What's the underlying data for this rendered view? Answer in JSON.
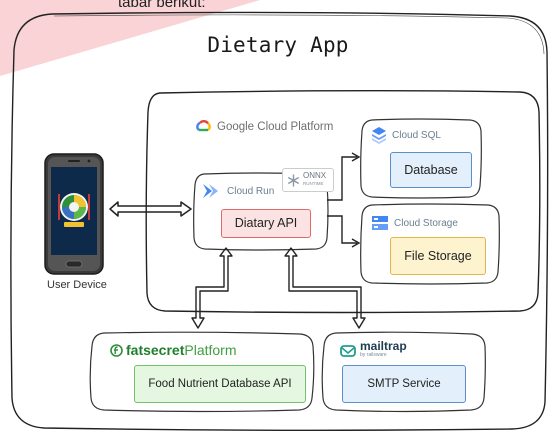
{
  "page": {
    "top_fragment": "tabar berikut:",
    "title": "Dietary App"
  },
  "gcp": {
    "label": "Google Cloud Platform"
  },
  "cloud_run": {
    "label": "Cloud Run",
    "onnx_label": "ONNX",
    "onnx_sub": "RUNTIME",
    "api_label": "Diatary API"
  },
  "cloud_sql": {
    "label": "Cloud SQL",
    "db_label": "Database"
  },
  "cloud_storage": {
    "label": "Cloud Storage",
    "fs_label": "File Storage"
  },
  "device": {
    "label": "User Device"
  },
  "fatsecret": {
    "brand": "fatsecret",
    "brand_suffix": "Platform",
    "api_label": "Food Nutrient Database API"
  },
  "mailtrap": {
    "brand": "mailtrap",
    "sub": "by railsware",
    "smtp_label": "SMTP Service"
  },
  "colors": {
    "gcp_blue": "#4285f4",
    "gcp_red": "#ea4335",
    "gcp_yellow": "#fbbc05",
    "gcp_green": "#34a853",
    "api_fill": "#fbe3e3",
    "api_border": "#e06a6a",
    "db_fill": "#e3f0fc",
    "db_border": "#5b8fc7",
    "fs_fill": "#fdf3cf",
    "fs_border": "#e0b84a",
    "fatsecret_fill": "#e5f7e0",
    "fatsecret_border": "#73c16a",
    "smtp_fill": "#e3f0fc",
    "smtp_border": "#5b8fc7",
    "corner_pink": "#f9d3d5"
  }
}
